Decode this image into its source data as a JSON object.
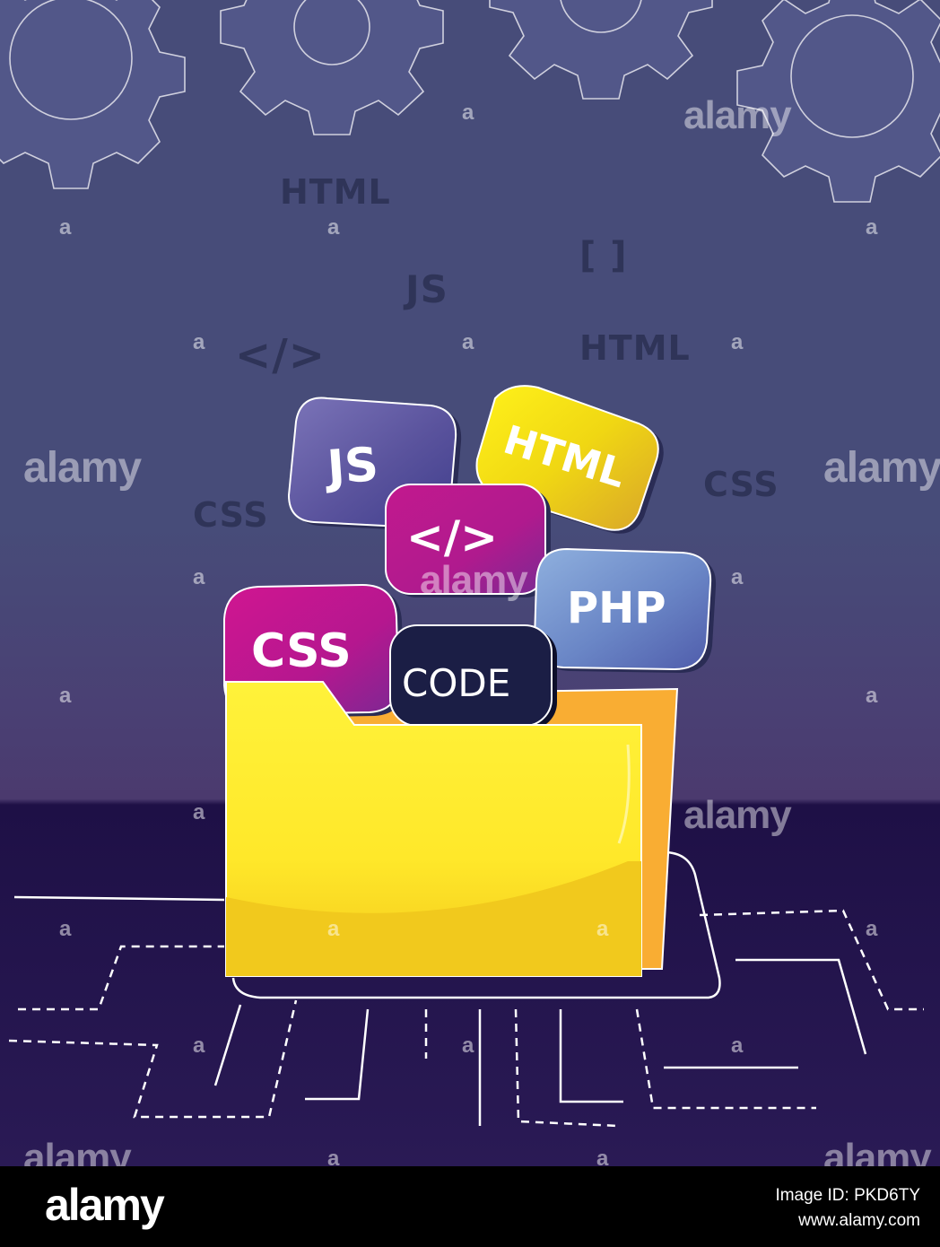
{
  "background_labels": {
    "html_top": "HTML",
    "brackets": "[ ]",
    "js": "JS",
    "code_tag": "</>",
    "html_mid": "HTML",
    "css_left": "CSS",
    "css_right": "CSS"
  },
  "tags": {
    "js": "JS",
    "html": "HTML",
    "code_tag": "</>",
    "php": "PHP",
    "css": "CSS",
    "code": "CODE"
  },
  "watermarks": {
    "text": "alamy",
    "letter": "a"
  },
  "footer": {
    "logo": "alamy",
    "image_id": "Image ID: PKD6TY",
    "url": "www.alamy.com"
  },
  "colors": {
    "background_top": "#474c79",
    "background_bottom": "#2a1a55",
    "folder_front": "#ffed2e",
    "folder_back": "#f9ad33",
    "js_tag": "#5f579f",
    "html_tag": "#f2dd12",
    "code_tag": "#b41a8d",
    "php_tag": "#7a96cc",
    "css_tag": "#c8158f",
    "code_badge": "#1b1e45"
  }
}
